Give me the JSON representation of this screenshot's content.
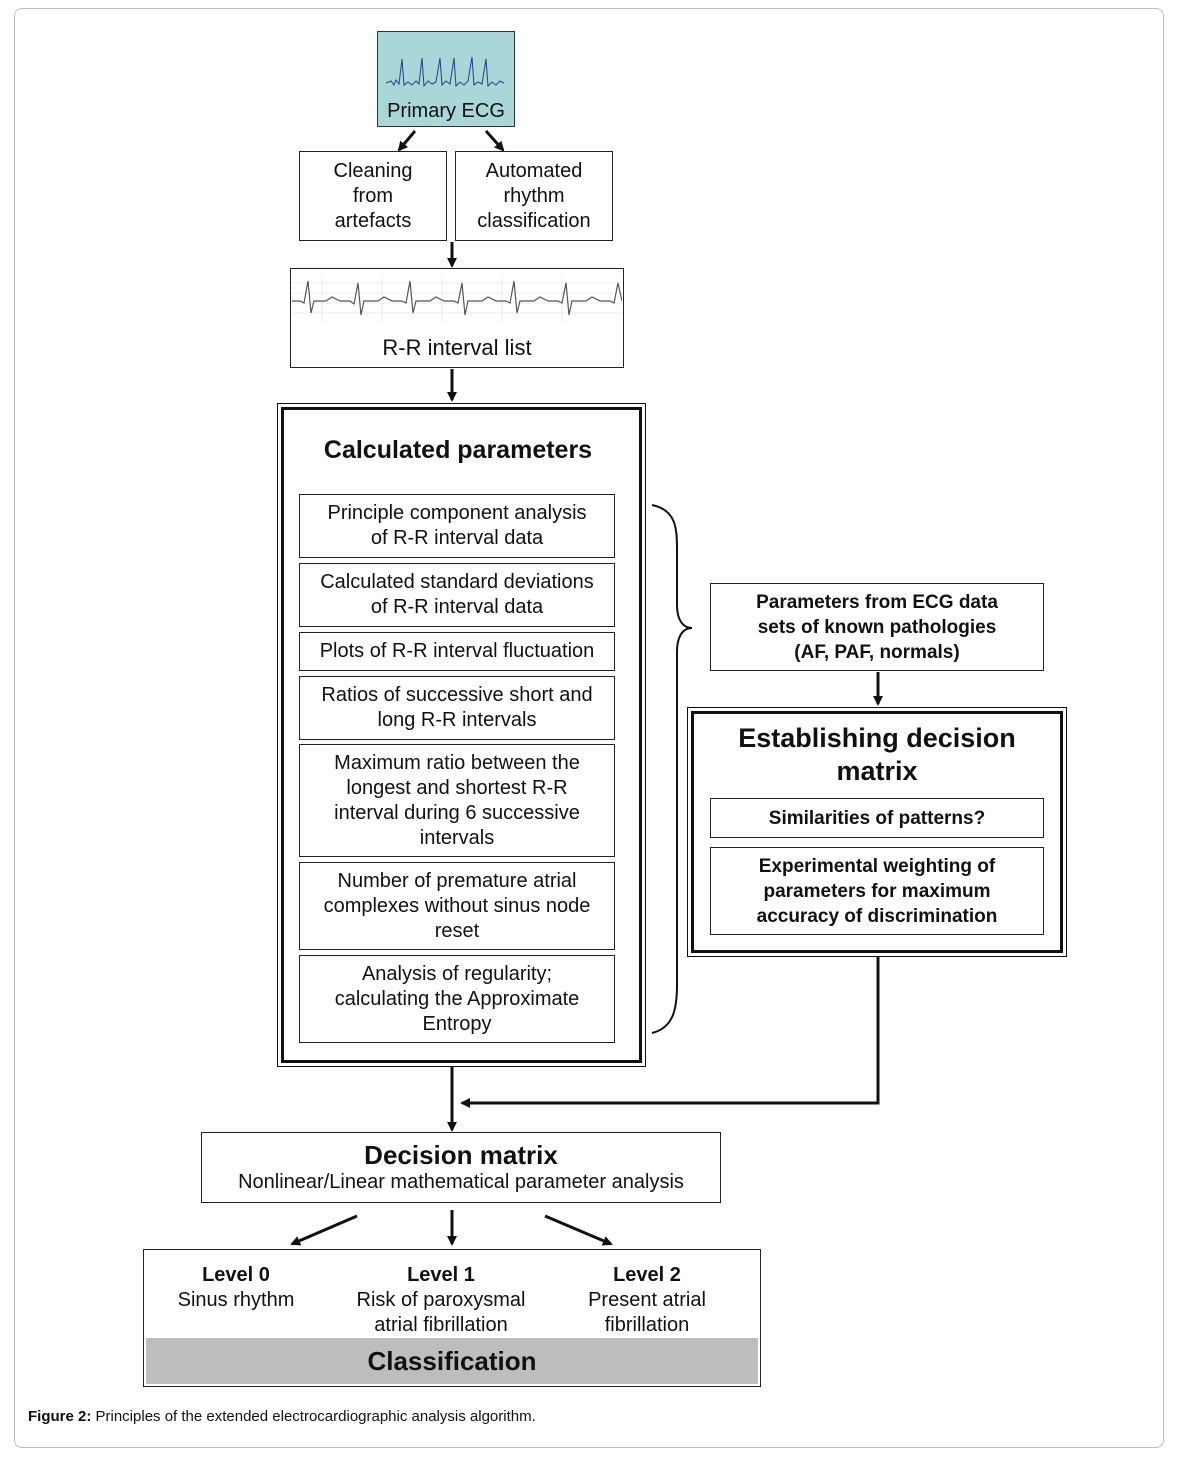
{
  "nodes": {
    "primary_ecg": "Primary ECG",
    "cleaning": [
      "Cleaning",
      "from",
      "artefacts"
    ],
    "automated": [
      "Automated",
      "rhythm",
      "classification"
    ],
    "rr_list": "R-R interval list",
    "calc_title": "Calculated parameters",
    "params": [
      [
        "Principle component analysis",
        "of R-R interval data"
      ],
      [
        "Calculated standard deviations",
        "of R-R interval data"
      ],
      [
        "Plots of R-R interval fluctuation"
      ],
      [
        "Ratios of successive short and",
        "long R-R intervals"
      ],
      [
        "Maximum ratio between the",
        "longest and shortest R-R",
        "interval during 6 successive",
        "intervals"
      ],
      [
        "Number of premature atrial",
        "complexes without sinus node",
        "reset"
      ],
      [
        "Analysis of regularity;",
        "calculating the Approximate",
        "Entropy"
      ]
    ],
    "known": [
      "Parameters from ECG data",
      "sets of known pathologies",
      "(AF, PAF, normals)"
    ],
    "establish_title": [
      "Establishing decision",
      "matrix"
    ],
    "similarities": "Similarities of patterns?",
    "weighting": [
      "Experimental weighting of",
      "parameters for maximum",
      "accuracy of discrimination"
    ],
    "decision_title": "Decision matrix",
    "decision_sub": "Nonlinear/Linear mathematical parameter analysis",
    "levels": [
      {
        "title": "Level 0",
        "lines": [
          "Sinus rhythm"
        ]
      },
      {
        "title": "Level 1",
        "lines": [
          "Risk of paroxysmal",
          "atrial fibrillation"
        ]
      },
      {
        "title": "Level 2",
        "lines": [
          "Present atrial",
          "fibrillation"
        ]
      }
    ],
    "classification": "Classification"
  },
  "caption": {
    "label": "Figure 2:",
    "text": " Principles of the extended electrocardiographic analysis algorithm."
  },
  "colors": {
    "ecg_fill": "#a9d6d6",
    "classification_band": "#bdbdbd",
    "line": "#111111"
  }
}
